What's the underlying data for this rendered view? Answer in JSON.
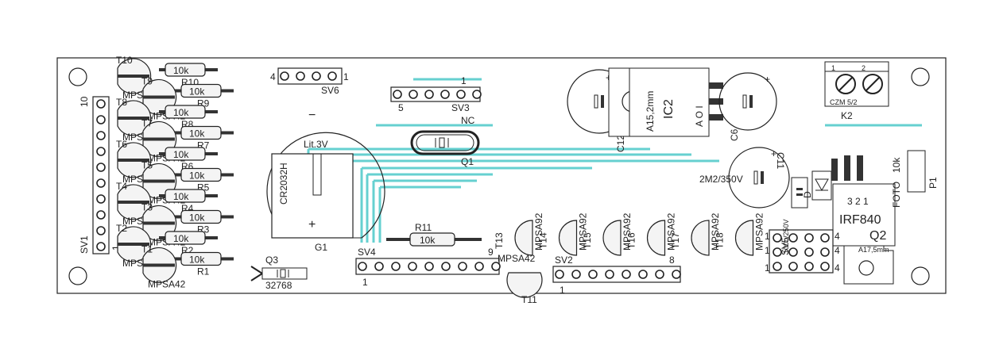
{
  "board": {
    "transistor_part": "MPSA42",
    "transistor_part_hv": "MPSA92",
    "resistor_value": "10k"
  },
  "left_transistors": [
    {
      "ref": "T10"
    },
    {
      "ref": "T9"
    },
    {
      "ref": "T8"
    },
    {
      "ref": "T7"
    },
    {
      "ref": "T6"
    },
    {
      "ref": "T5"
    },
    {
      "ref": "T4"
    },
    {
      "ref": "T3"
    },
    {
      "ref": "T2"
    },
    {
      "ref": "T1"
    }
  ],
  "left_resistors": [
    {
      "ref": "R10"
    },
    {
      "ref": "R9"
    },
    {
      "ref": "R8"
    },
    {
      "ref": "R7"
    },
    {
      "ref": "R6"
    },
    {
      "ref": "R5"
    },
    {
      "ref": "R4"
    },
    {
      "ref": "R3"
    },
    {
      "ref": "R2"
    },
    {
      "ref": "R1"
    }
  ],
  "connectors": {
    "sv1": {
      "name": "SV1",
      "pin_first": "1",
      "pin_last": "10"
    },
    "sv6": {
      "name": "SV6",
      "pin_first": "1",
      "pin_last": "4"
    },
    "sv3": {
      "name": "SV3",
      "pin_first": "1",
      "pin_last": "5"
    },
    "sv4": {
      "name": "SV4",
      "pin_first": "1",
      "pin_last": "9"
    },
    "sv2": {
      "name": "SV2",
      "pin_first": "1",
      "pin_last": "8"
    },
    "sv5": {
      "name": "SV5",
      "pin_labels": [
        "1",
        "4",
        "1",
        "4",
        "1",
        "4"
      ],
      "title": "SV5"
    },
    "k2": {
      "name": "K2",
      "part": "CZM 5/2",
      "pin1": "1",
      "pin2": "2"
    }
  },
  "battery": {
    "ref": "G1",
    "part": "CR2032H",
    "voltage": "Lit.3V",
    "minus": "−",
    "plus": "+"
  },
  "crystal_q1": {
    "ref": "Q1",
    "note": "NC"
  },
  "crystal_q3": {
    "ref": "Q3",
    "value": "32768"
  },
  "r11": {
    "ref": "R11",
    "value": "10k"
  },
  "ic2": {
    "ref": "IC2",
    "package": "A15,2mm",
    "pins": "A O I"
  },
  "caps": {
    "c12": {
      "ref": "C12"
    },
    "c6": {
      "ref": "C6"
    },
    "c11": {
      "ref": "C11"
    },
    "c_main": {
      "value": "2M2/350V"
    },
    "c_small": {
      "value": "100n/250V"
    }
  },
  "mid_transistors": [
    {
      "ref": "T13"
    },
    {
      "ref": "T14"
    },
    {
      "ref": "T15"
    },
    {
      "ref": "T16"
    },
    {
      "ref": "T17"
    },
    {
      "ref": "T18"
    }
  ],
  "t11": {
    "ref": "T11",
    "part": "MPSA42"
  },
  "q2": {
    "ref": "Q2",
    "part": "IRF840",
    "package": "A17,5mm",
    "pins": "3 2 1"
  },
  "p1": {
    "ref": "P1",
    "value": "10k",
    "aux": "FOTO"
  },
  "diode_label": "D"
}
